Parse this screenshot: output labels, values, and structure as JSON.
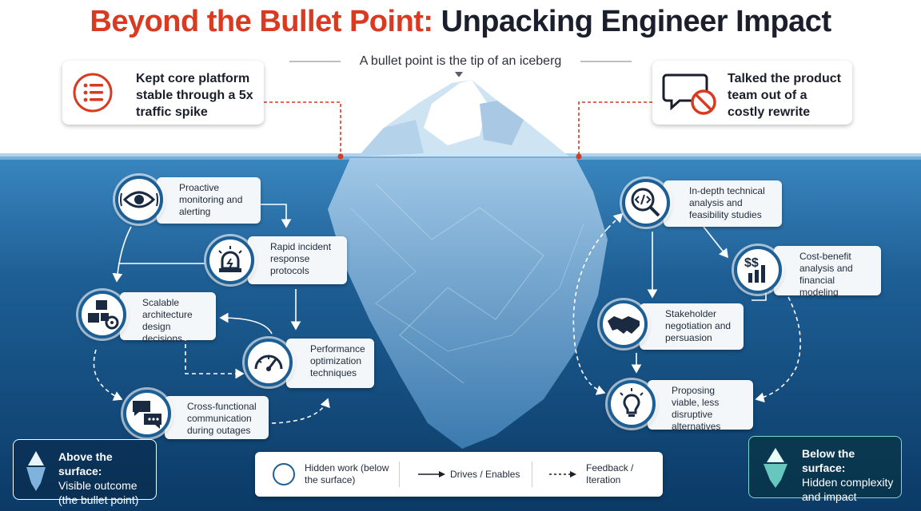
{
  "title": {
    "part1": "Beyond the Bullet Point:",
    "part2": "Unpacking Engineer Impact"
  },
  "subtitle": "A bullet point is the tip of an iceberg",
  "bullets": [
    {
      "text": "Kept core platform stable through a 5x traffic spike",
      "icon": "list-icon"
    },
    {
      "text": "Talked the product team out of a costly rewrite",
      "icon": "no-speech-icon"
    }
  ],
  "left_nodes": [
    {
      "id": "monitoring",
      "label": "Proactive monitoring and alerting",
      "icon": "eye-icon"
    },
    {
      "id": "incident",
      "label": "Rapid incident response protocols",
      "icon": "siren-icon"
    },
    {
      "id": "architecture",
      "label": "Scalable architecture design decisions",
      "icon": "cubes-gear-icon"
    },
    {
      "id": "performance",
      "label": "Performance optimization techniques",
      "icon": "gauge-icon"
    },
    {
      "id": "communication",
      "label": "Cross-functional communication during outages",
      "icon": "chat-bubbles-icon"
    }
  ],
  "right_nodes": [
    {
      "id": "analysis",
      "label": "In-depth technical analysis and feasibility studies",
      "icon": "code-magnifier-icon"
    },
    {
      "id": "costbenefit",
      "label": "Cost-benefit analysis and financial modeling",
      "icon": "dollar-chart-icon"
    },
    {
      "id": "negotiation",
      "label": "Stakeholder negotiation and persuasion",
      "icon": "handshake-icon"
    },
    {
      "id": "alternatives",
      "label": "Proposing viable, less disruptive alternatives",
      "icon": "lightbulb-icon"
    }
  ],
  "corners": {
    "above": {
      "title": "Above the surface:",
      "text": "Visible outcome (the bullet point)"
    },
    "below": {
      "title": "Below the surface:",
      "text": "Hidden complexity and impact"
    }
  },
  "legend": {
    "hidden": "Hidden work (below the surface)",
    "drives": "Drives / Enables",
    "feedback": "Feedback / Iteration"
  },
  "colors": {
    "accent_red": "#d93a20",
    "title_dark": "#1a1f2b",
    "ocean_deep": "#0c3e6a",
    "ocean_light": "#2f78b0",
    "node_blue": "#1c5f96"
  }
}
